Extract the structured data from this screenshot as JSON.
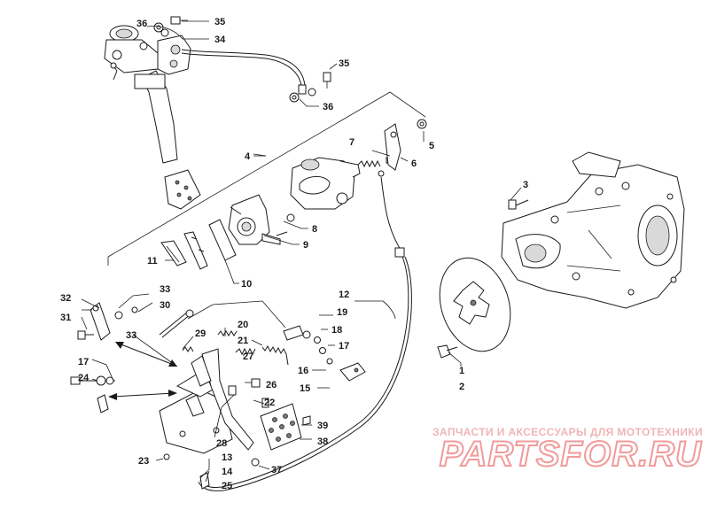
{
  "labels": {
    "l1": "1",
    "l2": "2",
    "l3": "3",
    "l4": "4",
    "l5": "5",
    "l6": "6",
    "l7": "7",
    "l8": "8",
    "l9": "9",
    "l10": "10",
    "l11": "11",
    "l12": "12",
    "l13": "13",
    "l14": "14",
    "l15": "15",
    "l16": "16",
    "l17a": "17",
    "l17b": "17",
    "l18": "18",
    "l19": "19",
    "l20": "20",
    "l21": "21",
    "l22": "22",
    "l23": "23",
    "l24": "24",
    "l25": "25",
    "l26": "26",
    "l27": "27",
    "l28": "28",
    "l29": "29",
    "l30": "30",
    "l31": "31",
    "l32": "32",
    "l33a": "33",
    "l33b": "33",
    "l34": "34",
    "l35a": "35",
    "l35b": "35",
    "l36a": "36",
    "l36b": "36",
    "l37": "37",
    "l38": "38",
    "l39": "39"
  },
  "watermark": {
    "tagline": "ЗАПЧАСТИ И АКСЕССУАРЫ ДЛЯ МОТОТЕХНИКИ",
    "logo": "PARTSFOR.RU"
  },
  "colors": {
    "line": "#1a1a1a",
    "watermark": "#f29a9a"
  }
}
